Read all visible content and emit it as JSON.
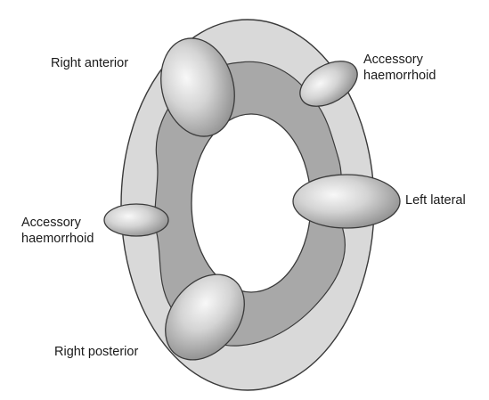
{
  "figure": {
    "labels": {
      "right_anterior": "Right anterior",
      "accessory_top_right": "Accessory\nhaemorrhoid",
      "left_lateral": "Left lateral",
      "accessory_left": "Accessory\nhaemorrhoid",
      "right_posterior": "Right posterior"
    }
  },
  "colors": {
    "outer_ring": "#d9d9d9",
    "inner_band": "#a8a8a8",
    "outline": "#3a3a3a",
    "haemorrhoid_light": "#f7f7f7",
    "haemorrhoid_dark": "#8c8c8c"
  }
}
